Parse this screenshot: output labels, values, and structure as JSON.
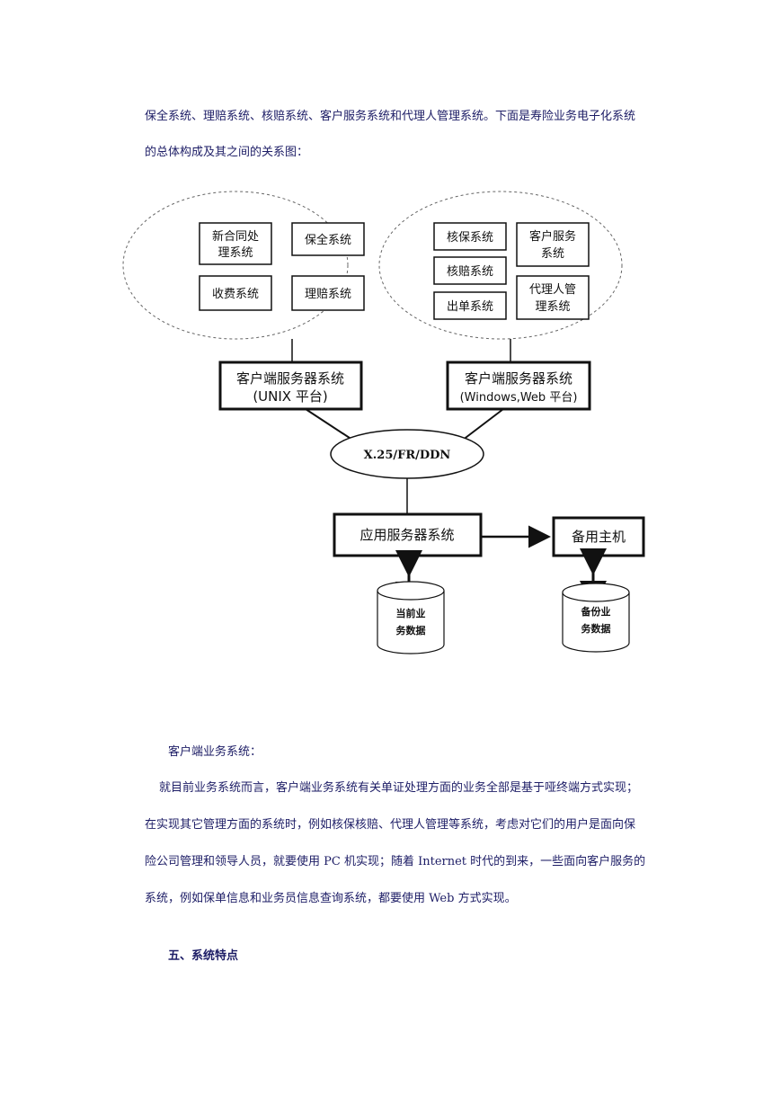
{
  "intro": {
    "line1": "保全系统、理赔系统、核赔系统、客户服务系统和代理人管理系统。下面是寿险业务电子化系统",
    "line2": "的总体构成及其之间的关系图："
  },
  "diagram": {
    "left_group": [
      "新合同处理系统",
      "保全系统",
      "收费系统",
      "理赔系统"
    ],
    "right_group": [
      "核保系统",
      "客户服务系统",
      "核赔系统",
      "出单系统",
      "代理人管理系统"
    ],
    "client_server_left": [
      "客户端服务器系统",
      "(UNIX 平台)"
    ],
    "client_server_right": [
      "客户端服务器系统",
      "(Windows,Web 平台)"
    ],
    "network": "X.25/FR/DDN",
    "app_server": "应用服务器系统",
    "backup_host": "备用主机",
    "current_data": [
      "当前业",
      "务数据"
    ],
    "backup_data": [
      "备份业",
      "务数据"
    ]
  },
  "section": {
    "subheading": "客户端业务系统：",
    "body": [
      "就目前业务系统而言，客户端业务系统有关单证处理方面的业务全部是基于哑终端方式实现；",
      "在实现其它管理方面的系统时，例如核保核赔、代理人管理等系统，考虑对它们的用户是面向保",
      "险公司管理和领导人员，就要使用 PC 机实现；随着 Internet 时代的到来，一些面向客户服务的",
      "系统，例如保单信息和业务员信息查询系统，都要使用 Web 方式实现。"
    ]
  },
  "heading5": "五、系统特点"
}
